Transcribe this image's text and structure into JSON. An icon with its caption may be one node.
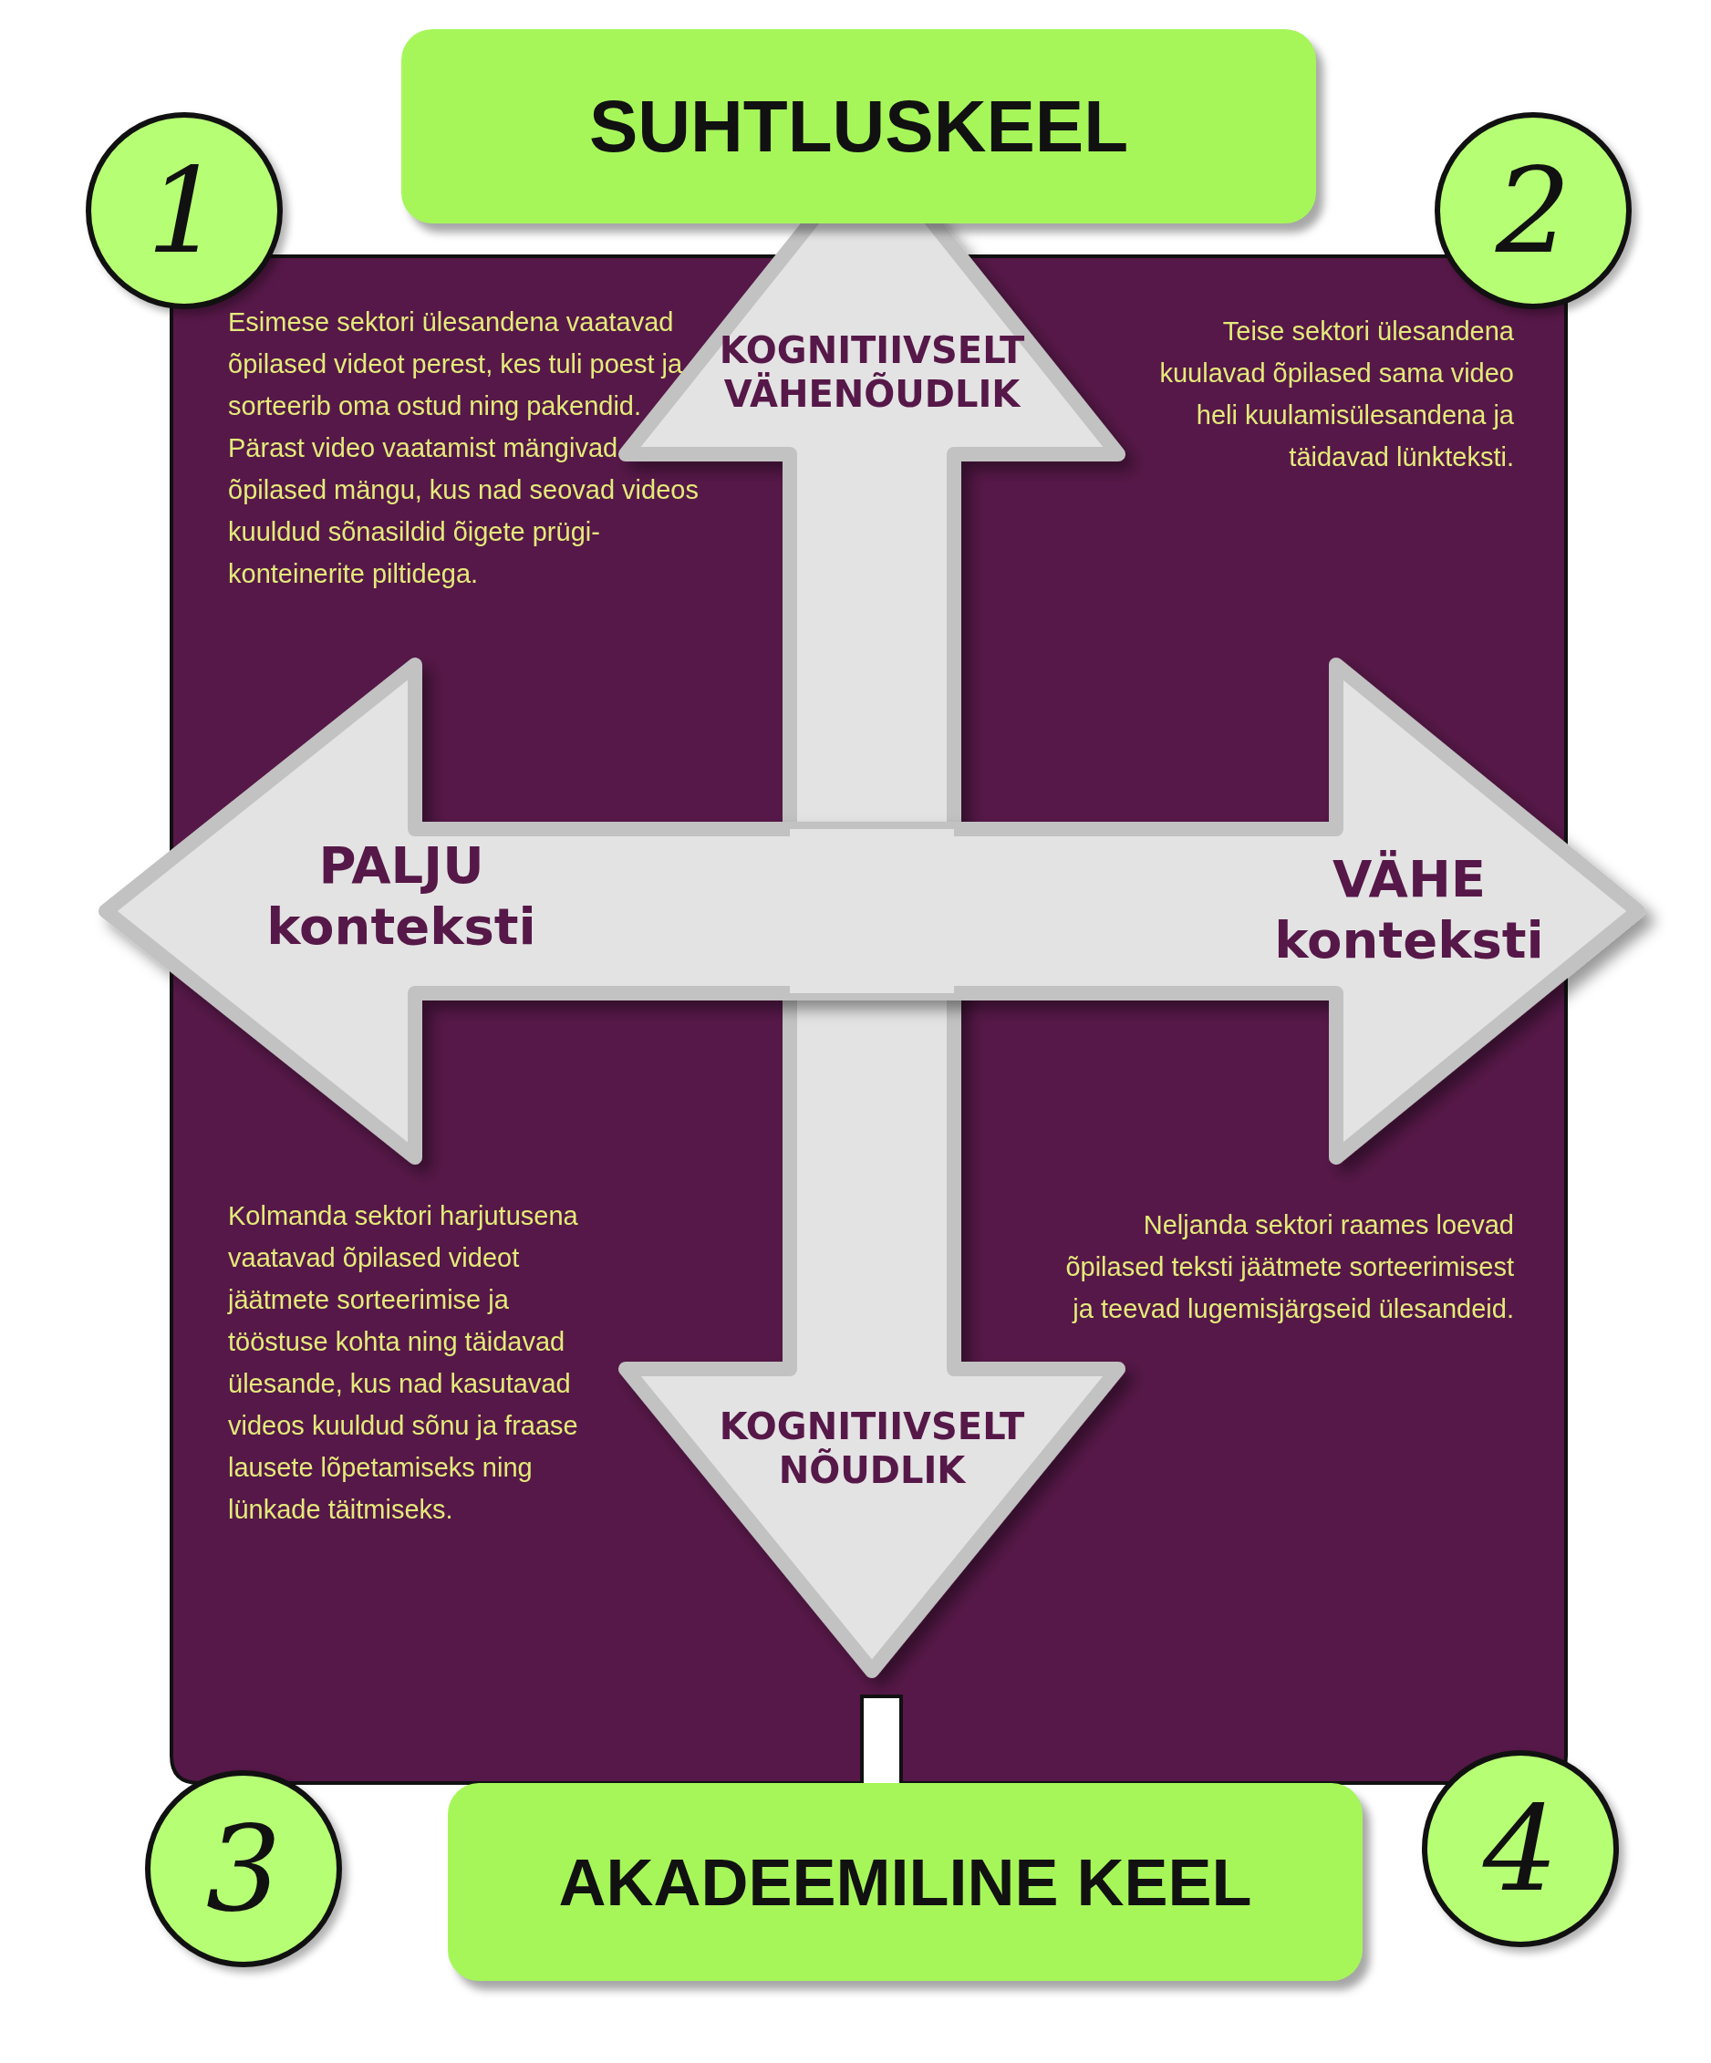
{
  "diagram": {
    "nodes": [
      {
        "text": [
          "SUHTLUSKEEL"
        ]
      },
      {
        "text": [
          "1"
        ]
      },
      {
        "text": [
          "2"
        ]
      },
      {
        "text": [
          "3"
        ]
      },
      {
        "text": [
          "4"
        ]
      },
      {
        "text": [
          "AKADEEMILINE KEEL"
        ]
      }
    ],
    "edges": [],
    "labels": [
      "Esimese sektori ülesandena vaatavad õpilased videot perest, kes tuli poest ja sorteerib oma ostud ning pakendid. Pärast video vaatamist mängivad õpilased mängu, kus nad seovad videos kuuldud sõnasildid õigete prügi-konteinerite piltidega.",
      "KOGNITIIVSELT VÄHENÕUDLIK",
      "Teise sektori ülesandena kuulavad õpilased sama video heli kuulamisülesandena ja täidavad lünkteksti.",
      "PALJU konteksti",
      "VÄHE konteksti",
      "Kolmanda sektori harjutusena vaatavad õpilased videot jäätmete sorteerimise ja tööstuse kohta ning täidavad ülesande, kus nad kasutavad videos kuuldud sõnu ja fraase lausete lõpetamiseks ning lünkade täitmiseks.",
      "KOGNITIIVSELT NÕUDLIK",
      "Neljanda sektori raames loevad õpilased teksti jäätmete sorteerimisest ja teevad lugemisjärgseid ülesandeid."
    ]
  }
}
